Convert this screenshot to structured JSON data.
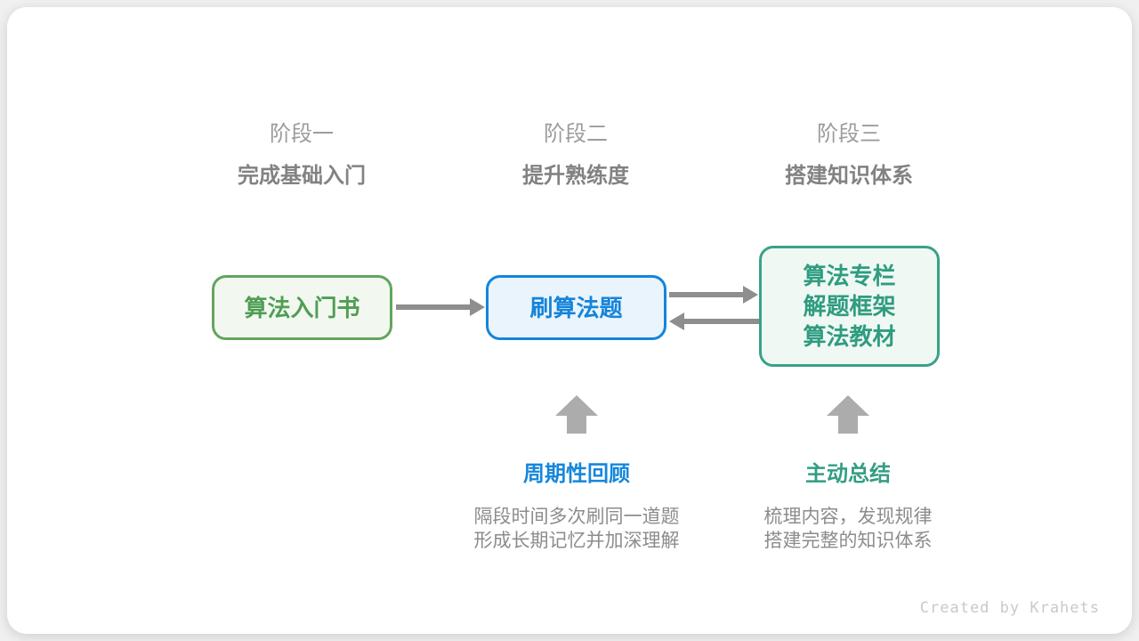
{
  "stages": [
    {
      "label": "阶段一",
      "subtitle": "完成基础入门"
    },
    {
      "label": "阶段二",
      "subtitle": "提升熟练度"
    },
    {
      "label": "阶段三",
      "subtitle": "搭建知识体系"
    }
  ],
  "nodes": [
    {
      "lines": [
        "算法入门书"
      ]
    },
    {
      "lines": [
        "刷算法题"
      ]
    },
    {
      "lines": [
        "算法专栏",
        "解题框架",
        "算法教材"
      ]
    }
  ],
  "callouts": [
    {
      "title": "周期性回顾",
      "lines": [
        "隔段时间多次刷同一道题",
        "形成长期记忆并加深理解"
      ]
    },
    {
      "title": "主动总结",
      "lines": [
        "梳理内容，发现规律",
        "搭建完整的知识体系"
      ]
    }
  ],
  "footer": {
    "credit": "Created by Krahets"
  },
  "colors": {
    "green_border": "#63a55e",
    "green_fill": "#f2f8f0",
    "green_text": "#4f9e53",
    "blue_border": "#1584da",
    "blue_fill": "#eaf4fc",
    "blue_text": "#1584da",
    "teal_border": "#3aa188",
    "teal_fill": "#f0f8f4",
    "teal_text": "#2f9c80",
    "connector_arrow": "#8e8e8e",
    "block_arrow": "#acacac",
    "stage_label": "#9c9c9c",
    "stage_subtitle": "#828282",
    "description_text": "#8c8c8c",
    "footer_text": "#c9c9c9",
    "card_background": "#ffffff",
    "page_background": "#f0f0f0"
  }
}
